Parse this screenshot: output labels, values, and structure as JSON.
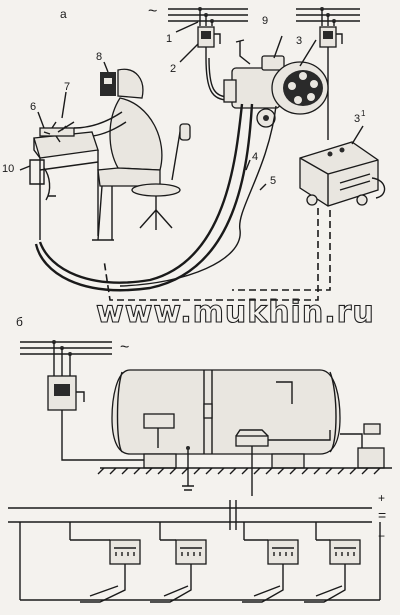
{
  "sections": {
    "a": "а",
    "b": "б"
  },
  "watermark": "www.mukhin.ru",
  "symbols": {
    "ac_top": "~",
    "ac_bottom": "~",
    "dc_plus": "+",
    "dc_equal": "=",
    "dc_minus": "−"
  },
  "labels": {
    "n1": "1",
    "n2": "2",
    "n3": "3",
    "n31": "3",
    "n31_sup": "1",
    "n4": "4",
    "n5": "5",
    "n6": "6",
    "n7": "7",
    "n8": "8",
    "n9": "9",
    "n10": "10"
  }
}
